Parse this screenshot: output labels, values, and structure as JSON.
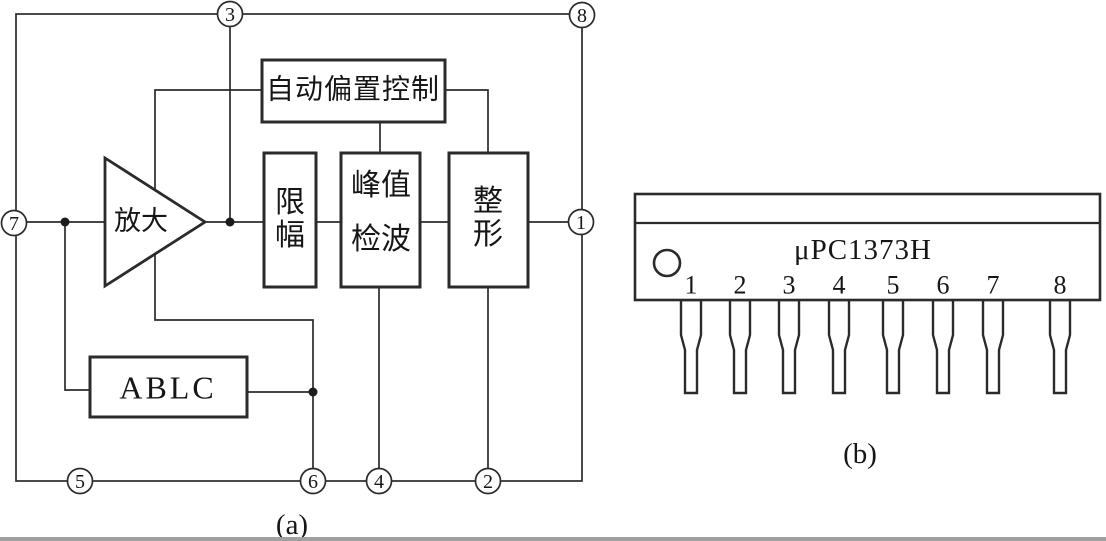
{
  "diagram_a": {
    "caption": "(a)",
    "blocks": {
      "amplifier": "放大",
      "auto_bias_control": "自动偏置控制",
      "limiter": "限幅",
      "peak_detector": "峰值检波",
      "waveform_shaper": "整形",
      "ablc": "ABLC"
    },
    "terminals": {
      "pin3": "3",
      "pin8": "8",
      "pin7": "7",
      "pin1": "1",
      "pin5": "5",
      "pin6": "6",
      "pin4": "4",
      "pin2": "2"
    }
  },
  "diagram_b": {
    "caption": "(b)",
    "chip_label": "μPC1373H",
    "pin_numbers": [
      "1",
      "2",
      "3",
      "4",
      "5",
      "6",
      "7",
      "8"
    ]
  },
  "colors": {
    "ink": "#2b2b2b",
    "text": "#161616",
    "background": "#ffffff",
    "scan_edge": "#a0a0a0"
  }
}
